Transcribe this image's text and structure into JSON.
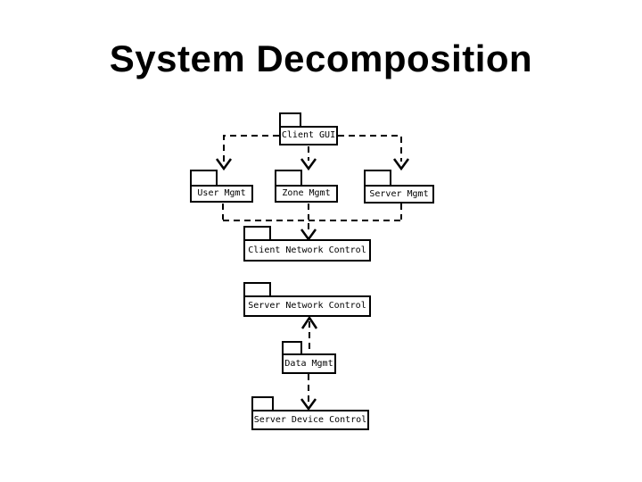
{
  "slide": {
    "title": "System Decomposition",
    "background_color": "#ffffff",
    "text_color": "#000000"
  },
  "diagram": {
    "type": "uml-package-diagram",
    "colors": {
      "line": "#000000",
      "package_fill": "#ffffff"
    },
    "packages": [
      {
        "id": "client-gui",
        "label": "Client GUI"
      },
      {
        "id": "user-mgmt",
        "label": "User Mgmt"
      },
      {
        "id": "zone-mgmt",
        "label": "Zone Mgmt"
      },
      {
        "id": "server-mgmt",
        "label": "Server Mgmt"
      },
      {
        "id": "client-network-control",
        "label": "Client Network Control"
      },
      {
        "id": "server-network-control",
        "label": "Server Network Control"
      },
      {
        "id": "data-mgmt",
        "label": "Data Mgmt"
      },
      {
        "id": "server-device-control",
        "label": "Server Device Control"
      }
    ],
    "dependencies": [
      {
        "from": "Client GUI",
        "to": "User Mgmt",
        "style": "dashed-open-arrow"
      },
      {
        "from": "Client GUI",
        "to": "Zone Mgmt",
        "style": "dashed-open-arrow"
      },
      {
        "from": "Client GUI",
        "to": "Server Mgmt",
        "style": "dashed-open-arrow"
      },
      {
        "from": "User Mgmt",
        "to": "Client Network Control",
        "style": "dashed-open-arrow"
      },
      {
        "from": "Zone Mgmt",
        "to": "Client Network Control",
        "style": "dashed-open-arrow"
      },
      {
        "from": "Server Mgmt",
        "to": "Client Network Control",
        "style": "dashed-open-arrow"
      },
      {
        "from": "Data Mgmt",
        "to": "Server Network Control",
        "style": "dashed-open-arrow"
      },
      {
        "from": "Data Mgmt",
        "to": "Server Device Control",
        "style": "dashed-open-arrow"
      }
    ]
  }
}
